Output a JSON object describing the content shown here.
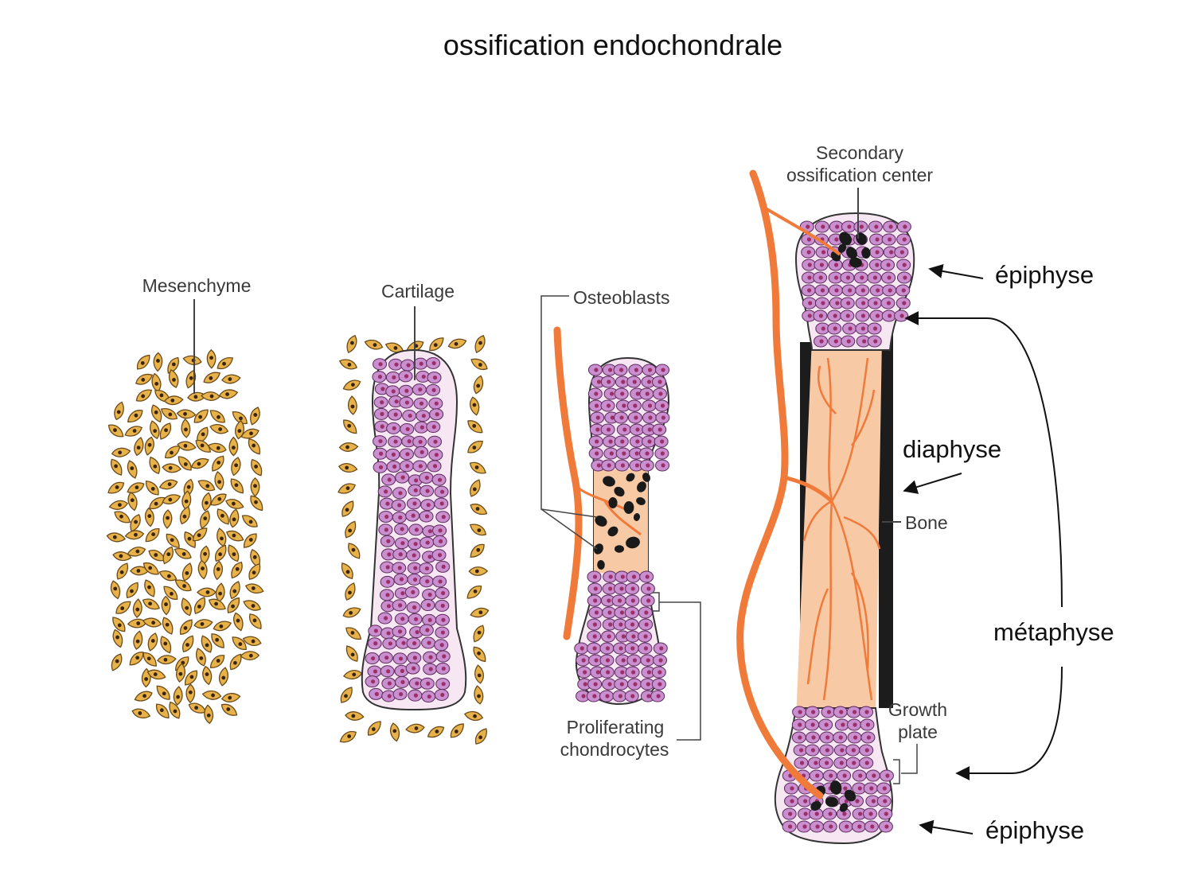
{
  "title": "ossification endochondrale",
  "stage_labels": {
    "mesenchyme": "Mesenchyme",
    "cartilage": "Cartilage",
    "osteoblasts": "Osteoblasts",
    "proliferating_line1": "Proliferating",
    "proliferating_line2": "chondrocytes",
    "secondary_line1": "Secondary",
    "secondary_line2": "ossification center",
    "bone": "Bone",
    "growth_line1": "Growth",
    "growth_line2": "plate"
  },
  "annotations": {
    "epiphyse_top": "épiphyse",
    "diaphyse": "diaphyse",
    "metaphyse": "métaphyse",
    "epiphyse_bottom": "épiphyse"
  },
  "colors": {
    "mesenchyme_fill": "#e8b24a",
    "chondrocyte_fill": "#c98fcf",
    "chondrocyte_nucleus": "#9a2f6a",
    "bone_matrix": "#f8c9a5",
    "vessel": "#f07a3a",
    "osteoblast": "#1a1a1a"
  }
}
